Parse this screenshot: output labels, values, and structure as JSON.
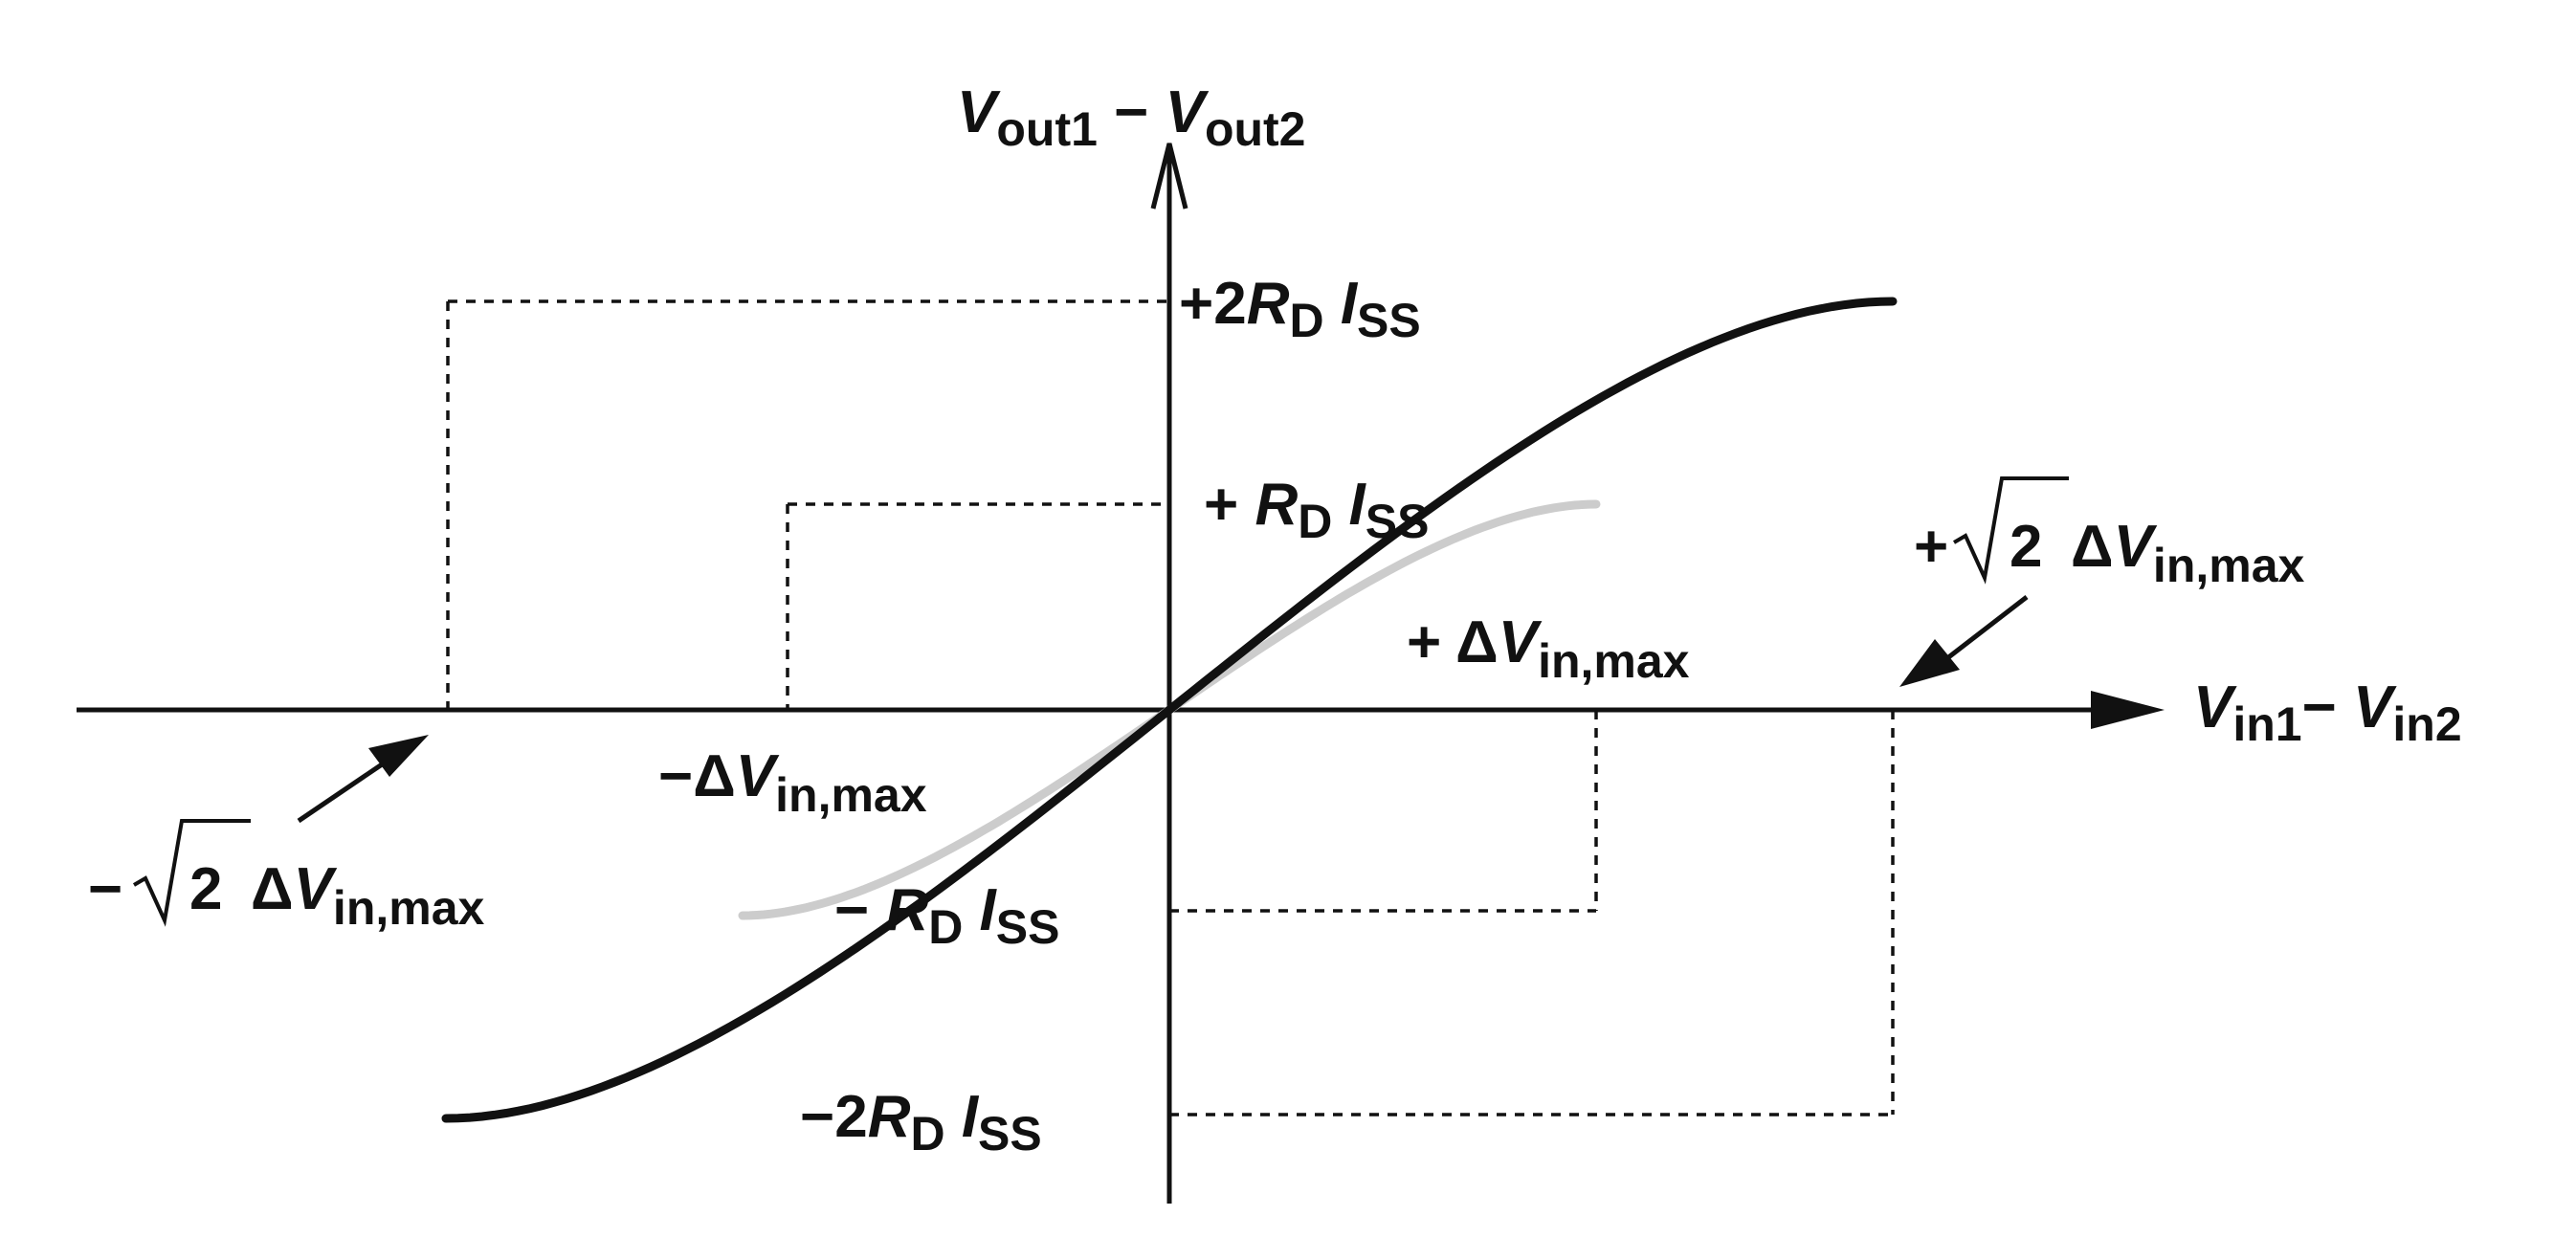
{
  "axes": {
    "y_label": {
      "main": "V",
      "sub1": "out1",
      "minus": " − ",
      "main2": "V",
      "sub2": "out2"
    },
    "x_label": {
      "main": "V",
      "sub1": "in1",
      "minus": "− ",
      "main2": "V",
      "sub2": "in2"
    }
  },
  "y_ticks": {
    "plus_2": {
      "prefix": "+2",
      "r": "R",
      "r_sub": "D",
      "i": " I",
      "i_sub": "SS"
    },
    "plus_1": {
      "prefix": "+ ",
      "r": "R",
      "r_sub": "D",
      "i": " I",
      "i_sub": "SS"
    },
    "minus_1": {
      "prefix": "− ",
      "r": "R",
      "r_sub": "D",
      "i": " I",
      "i_sub": "SS"
    },
    "minus_2": {
      "prefix": "−2",
      "r": "R",
      "r_sub": "D",
      "i": " I",
      "i_sub": "SS"
    }
  },
  "x_ticks": {
    "neg_dv": {
      "prefix": "−Δ",
      "v": "V",
      "sub": "in,max"
    },
    "pos_dv": {
      "prefix": "+ Δ",
      "v": "V",
      "sub": "in,max"
    },
    "neg_sqrt2": {
      "prefix": "−",
      "two": "2",
      "delta": "Δ",
      "v": "V",
      "sub": "in,max"
    },
    "pos_sqrt2": {
      "prefix": "+",
      "two": "2",
      "delta": "Δ",
      "v": "V",
      "sub": "in,max"
    }
  },
  "colors": {
    "dark_curve": "#111111",
    "light_curve": "#cccccc"
  }
}
